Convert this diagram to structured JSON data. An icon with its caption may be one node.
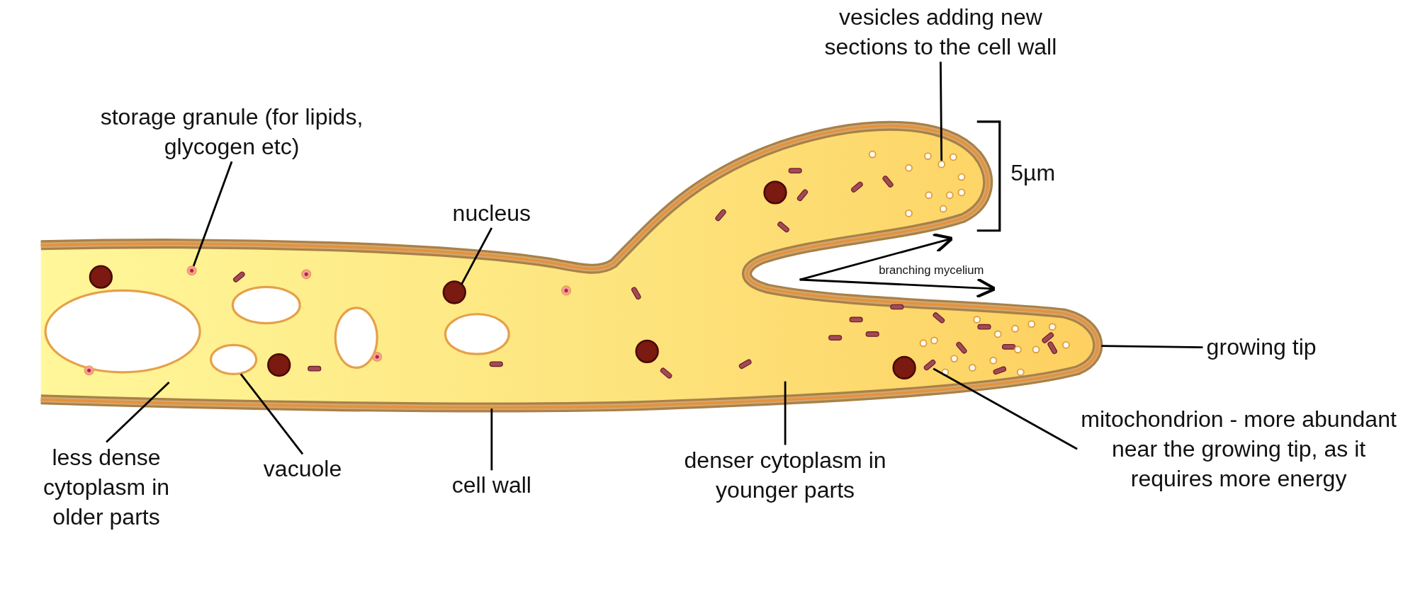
{
  "diagram": {
    "nodes": [
      {
        "text": [
          "vesicles adding new sections to the cell wall"
        ]
      },
      {
        "text": [
          "storage granule (for lipids, glycogen etc)"
        ]
      },
      {
        "text": [
          "nucleus"
        ]
      },
      {
        "text": [
          "growing tip"
        ]
      },
      {
        "text": [
          "mitochondrion - more abundant near the growing tip, as it requires more energy"
        ]
      },
      {
        "text": [
          "less dense cytoplasm in older parts"
        ]
      },
      {
        "text": [
          "vacuole"
        ]
      },
      {
        "text": [
          "cell wall"
        ]
      },
      {
        "text": [
          "denser cytoplasm in younger parts"
        ]
      },
      {
        "text": [],
        "shape": "circle"
      },
      {
        "text": [],
        "shape": "circle"
      },
      {
        "text": [],
        "shape": "circle"
      },
      {
        "text": [],
        "shape": "circle"
      },
      {
        "text": [],
        "shape": "bar"
      }
    ],
    "edges": [
      {
        "from": 0,
        "to": 9,
        "arrow": "none"
      },
      {
        "from": 1,
        "to": 10,
        "arrow": "none"
      },
      {
        "from": 2,
        "to": 11,
        "arrow": "none"
      },
      {
        "from": 3,
        "to": null,
        "arrow": "none"
      },
      {
        "from": 4,
        "to": 13,
        "arrow": "none"
      },
      {
        "from": 5,
        "to": null,
        "arrow": "none"
      },
      {
        "from": 6,
        "to": 12,
        "arrow": "none"
      },
      {
        "from": 7,
        "to": null,
        "arrow": "none"
      },
      {
        "from": 8,
        "to": null,
        "arrow": "none"
      }
    ],
    "labels": [
      "5µm",
      "branching mycelium"
    ]
  }
}
